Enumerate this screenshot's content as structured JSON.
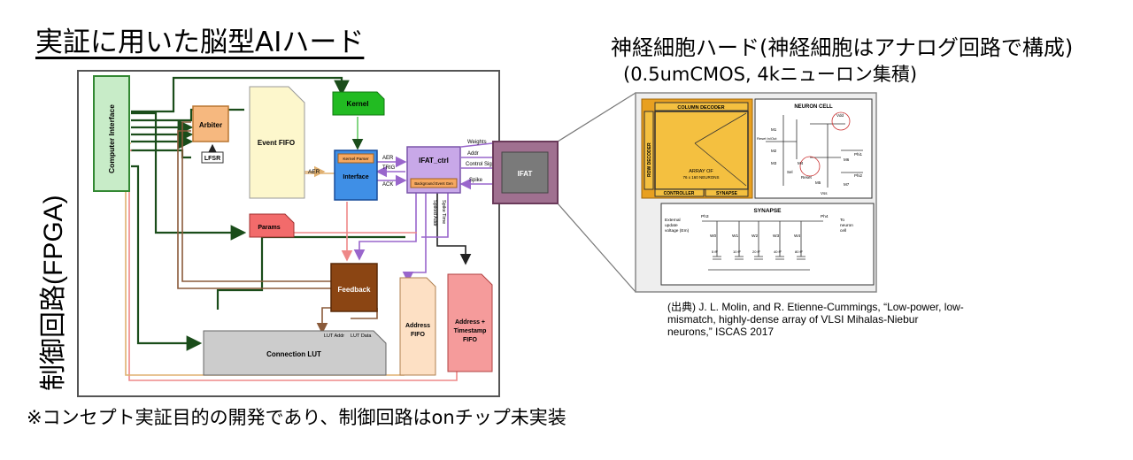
{
  "title_left": "実証に用いた脳型AIハード",
  "vertical_label": "制御回路(FPGA)",
  "footnote": "※コンセプト実証目的の開発であり、制御回路はonチップ未実装",
  "title_right": "神経細胞ハード(神経細胞はアナログ回路で構成)",
  "subtitle_right": "(0.5umCMOS, 4kニューロン集積)",
  "citation": {
    "line1": "(出典) J. L. Molin, and R. Etienne-Cummings, “Low-power, low-",
    "line2": "mismatch, highly-dense array of VLSI Mihalas-Niebur",
    "line3": "neurons,” ISCAS 2017"
  },
  "fpga": {
    "computer_interface": "Computer Interface",
    "arbiter": "Arbiter",
    "lfsr": "LFSR",
    "event_fifo": "Event FIFO",
    "kernel": "Kernel",
    "kernel_parser": "Kernel Parser",
    "interface": "Interface",
    "ifat_ctrl": "IFAT_ctrl",
    "background_event_gen": "Background Event Gen",
    "params": "Params",
    "feedback": "Feedback",
    "connection_lut": "Connection LUT",
    "address_fifo_1": "Address",
    "address_fifo_2": "FIFO",
    "addr_ts_fifo_1": "Address +",
    "addr_ts_fifo_2": "Timestamp",
    "addr_ts_fifo_3": "FIFO",
    "sig_aer_left": "AER",
    "sig_aer": "AER",
    "sig_trig": "TRIG",
    "sig_ack": "ACK",
    "sig_weights": "Weights",
    "sig_addr": "Addr",
    "sig_control": "Control Sigs",
    "sig_spike": "Spike",
    "sig_lut_addr": "LUT Addr",
    "sig_lut_data": "LUT Data",
    "sig_spiked_addr": "Spiked Addr",
    "sig_spike_time": "Spike Time",
    "ifat_chip": "IFAT"
  },
  "neuron": {
    "column_decoder": "COLUMN DECODER",
    "row_decoder": "ROW DECODER",
    "array_line1": "ARRAY OF",
    "array_line2": "76 x 160 NEURONS",
    "controller": "CONTROLLER",
    "synapse_block": "SYNAPSE",
    "neuron_cell": "NEURON CELL",
    "vdd": "Vdd",
    "vss": "Vss",
    "m1": "M1",
    "m2": "M2",
    "m3": "M3",
    "m4": "M4",
    "m5": "M5",
    "m6": "M6",
    "m7": "M7",
    "reset_in_out": "Reset In/Out",
    "sel": "Sel",
    "reset": "Reset",
    "phi1": "Phi1",
    "phi2": "Phi2",
    "synapse_title": "SYNAPSE",
    "external_update": "External",
    "external_update2": "update",
    "external_update3": "voltage (Em)",
    "ph3": "Ph3",
    "ph4": "Ph4",
    "to_neuron": "To",
    "to_neuron2": "neuron",
    "to_neuron3": "cell",
    "w0": "W0",
    "w1": "W1",
    "w2": "W2",
    "w3": "W3",
    "w4": "W4",
    "c0": "5 fF",
    "c1": "10 fF",
    "c2": "20 fF",
    "c3": "40 fF",
    "c4": "80 fF"
  }
}
